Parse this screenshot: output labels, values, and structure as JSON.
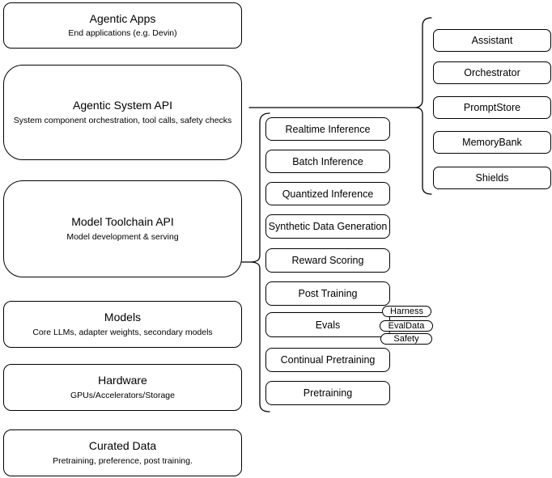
{
  "diagram": {
    "left_column": [
      {
        "title": "Agentic Apps",
        "subtitle": "End applications (e.g. Devin)"
      },
      {
        "title": "Agentic System API",
        "subtitle": "System component orchestration, tool calls, safety checks"
      },
      {
        "title": "Model Toolchain API",
        "subtitle": "Model development & serving"
      },
      {
        "title": "Models",
        "subtitle": "Core LLMs, adapter weights, secondary models"
      },
      {
        "title": "Hardware",
        "subtitle": "GPUs/Accelerators/Storage"
      },
      {
        "title": "Curated Data",
        "subtitle": "Pretraining, preference, post training."
      }
    ],
    "toolchain_components": [
      "Realtime Inference",
      "Batch Inference",
      "Quantized Inference",
      "Synthetic Data Generation",
      "Reward Scoring",
      "Post Training",
      "Evals",
      "Continual Pretraining",
      "Pretraining"
    ],
    "eval_tags": [
      "Harness",
      "EvalData",
      "Safety"
    ],
    "system_components": [
      "Assistant",
      "Orchestrator",
      "PromptStore",
      "MemoryBank",
      "Shields"
    ],
    "colors": {
      "stroke": "#000000",
      "fill": "#ffffff",
      "text": "#000000"
    }
  }
}
